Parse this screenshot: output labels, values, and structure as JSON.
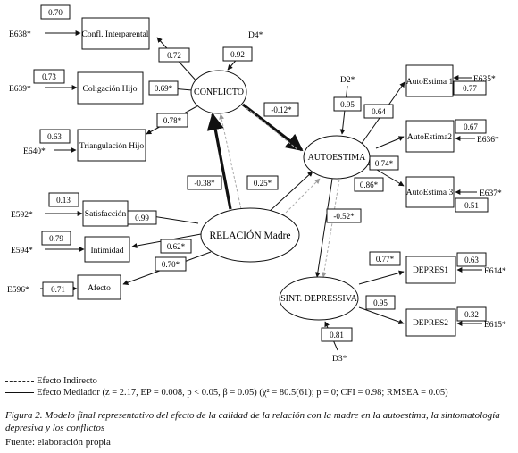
{
  "latent": {
    "conflicto": "CONFLICTO",
    "autoestima": "AUTOESTIMA",
    "relacion": "RELACIÓN Madre",
    "sint": "SINT. DEPRESSIVA"
  },
  "indicators": {
    "confl": "Confl. Interparental",
    "colig": "Coligación Hijo",
    "triang": "Triangulación Hijo",
    "satisf": "Satisfacción",
    "intim": "Intimidad",
    "afecto": "Afecto",
    "ae1": "AutoEstima 1",
    "ae2": "AutoEstima2",
    "ae3": "AutoEstima 3",
    "dep1": "DEPRES1",
    "dep2": "DEPRES2"
  },
  "errors": {
    "e638": "E638*",
    "e639": "E639*",
    "e640": "E640*",
    "e592": "E592*",
    "e594": "E594*",
    "e596": "E596*",
    "e635": "E635*",
    "e636": "E636*",
    "e637": "E637*",
    "e614": "E614*",
    "e615": "E615*",
    "d4": "D4*",
    "d2": "D2*",
    "d3": "D3*"
  },
  "values": {
    "e638": "0.70",
    "l_confl": "0.72",
    "d4": "0.92",
    "e639": "0.73",
    "l_colig": "0.69*",
    "e640": "0.63",
    "l_triang": "0.78*",
    "conf_ae": "-0.12*",
    "rel_conf": "-0.38*",
    "rel_ae": "0.25*",
    "d2": "0.95",
    "l_ae1": "0.64",
    "e635": "0.77",
    "e636": "0.67",
    "l_ae2": "0.74*",
    "l_ae3": "0.86*",
    "e637": "0.51",
    "ae_sint": "-0.52*",
    "e592": "0.13",
    "l_satisf": "0.99",
    "e594": "0.79",
    "l_intim": "0.62*",
    "l_afecto": "0.70*",
    "e596": "0.71",
    "l_dep1": "0.77*",
    "e614": "0.63",
    "l_dep2": "0.95",
    "e615": "0.32",
    "d3": "0.81"
  },
  "legend": {
    "indirect": "Efecto Indirecto",
    "mediator": "Efecto Mediador (z = 2.17, EP = 0.008, p < 0.05, β = 0.05) (χ² = 80.5(61); p = 0; CFI = 0.98; RMSEA = 0.05)"
  },
  "caption": "Figura 2. Modelo final representativo del efecto de la calidad de la relación con la madre en la autoestima, la sintomatología depresiva y los conflictos",
  "source": "Fuente: elaboración propia"
}
